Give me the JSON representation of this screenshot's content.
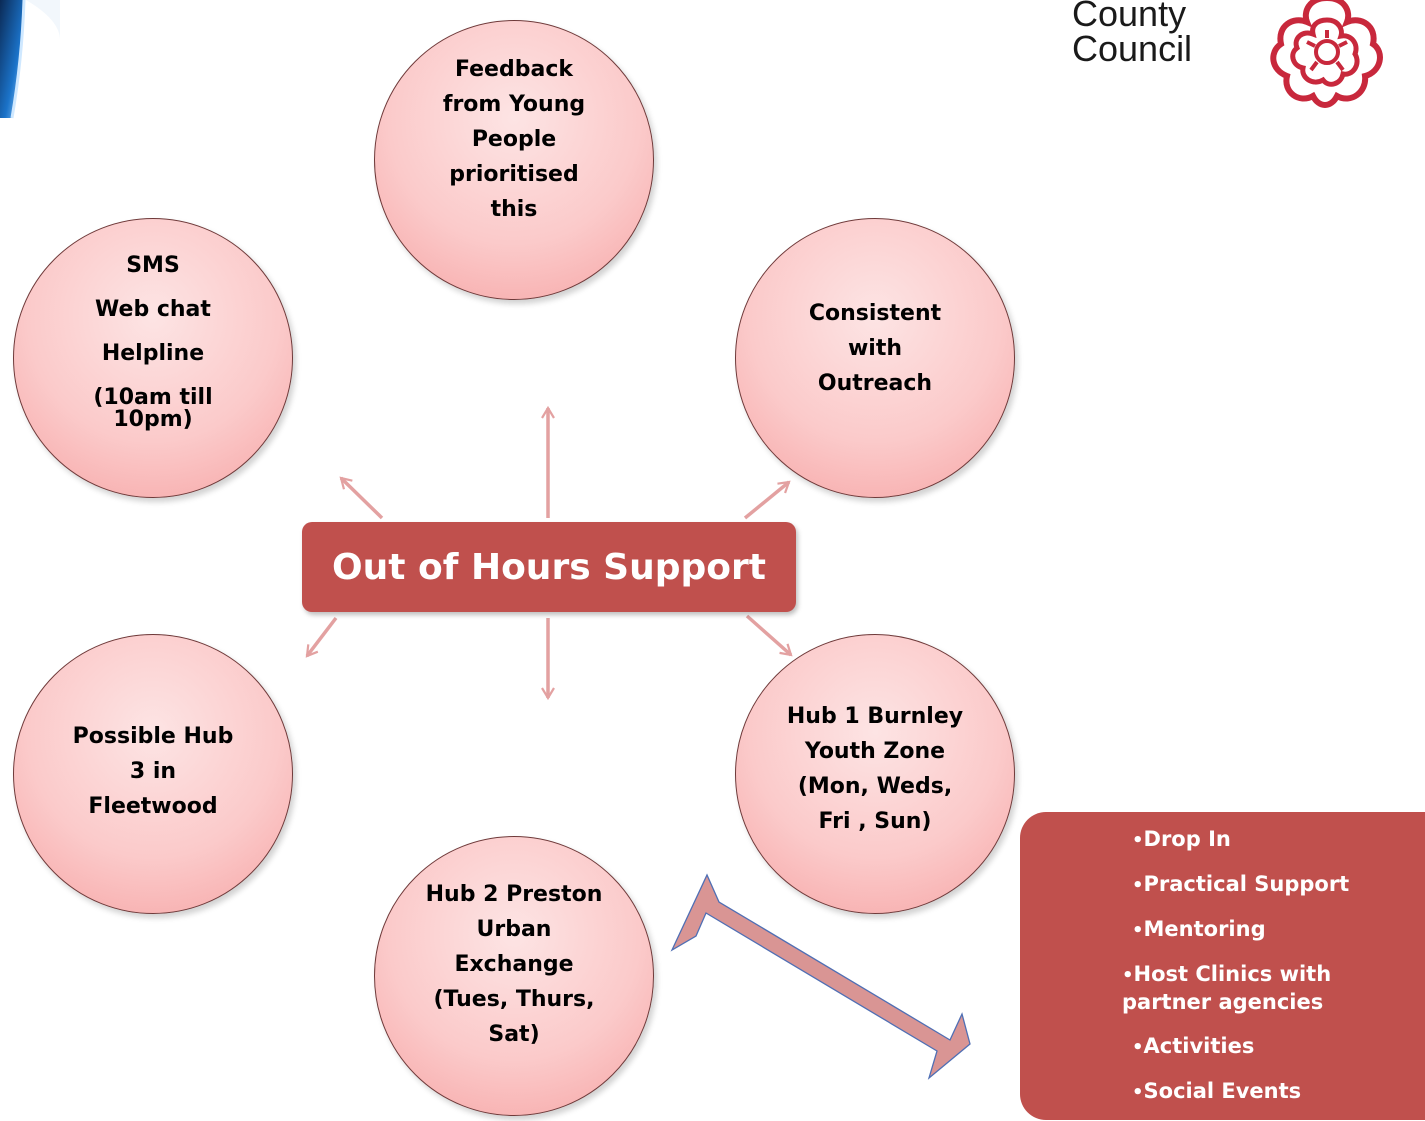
{
  "center": {
    "label": "Out of Hours Support"
  },
  "bubbles": {
    "feedback": [
      "Feedback",
      "from Young",
      "People",
      "prioritised",
      "this"
    ],
    "sms": [
      "SMS",
      "Web chat",
      "Helpline",
      "(10am till",
      "10pm)"
    ],
    "outreach": [
      "Consistent",
      "with",
      "Outreach"
    ],
    "fleetwood": [
      "Possible Hub",
      "3 in",
      "Fleetwood"
    ],
    "burnley": [
      "Hub 1 Burnley",
      "Youth Zone",
      "(Mon, Weds,",
      "Fri , Sun)"
    ],
    "preston": [
      "Hub 2 Preston",
      "Urban",
      "Exchange",
      "(Tues, Thurs,",
      "Sat)"
    ]
  },
  "services": {
    "bullet": "•",
    "items": [
      [
        "Drop In"
      ],
      [
        "Practical Support"
      ],
      [
        "Mentoring"
      ],
      [
        "Host Clinics with",
        "partner agencies"
      ],
      [
        "Activities"
      ],
      [
        "Social Events"
      ]
    ]
  },
  "logo": {
    "line1": "County",
    "line2": "Council"
  },
  "colors": {
    "accent": "#c0504d",
    "bubble_fill": "#fbcaca",
    "arrow": "#e3a1a1",
    "double_arrow_fill": "#d99594",
    "double_arrow_stroke": "#4f6fb4",
    "rose": "#c8283c"
  }
}
